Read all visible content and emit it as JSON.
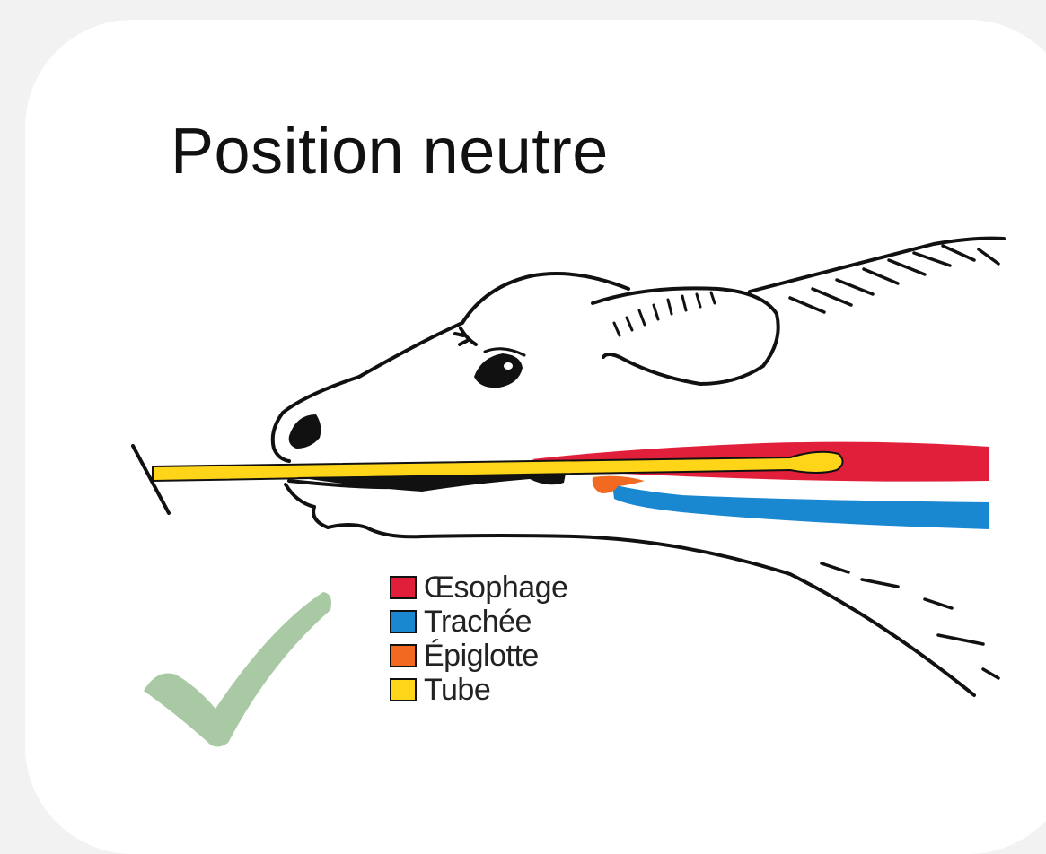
{
  "title": "Position neutre",
  "legend": [
    {
      "label": "Œsophage",
      "color": "#e11f3a"
    },
    {
      "label": "Trachée",
      "color": "#1a87d1"
    },
    {
      "label": "Épiglotte",
      "color": "#f26a22"
    },
    {
      "label": "Tube",
      "color": "#ffd51a"
    }
  ],
  "colors": {
    "background": "#f3f2f3",
    "card": "#ffffff",
    "outline": "#111111",
    "checkmark": "#a9c9a4"
  },
  "icons": {
    "checkmark": "checkmark-icon",
    "animal": "calf-head-drawing"
  }
}
